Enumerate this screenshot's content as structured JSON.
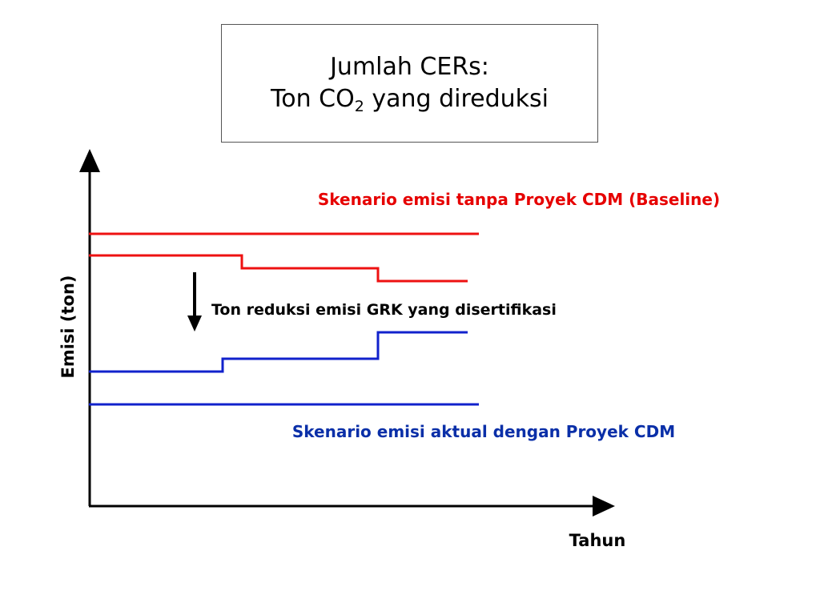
{
  "title": {
    "line1": "Jumlah CERs:",
    "line2_prefix": "Ton CO",
    "line2_sub": "2",
    "line2_suffix": " yang direduksi"
  },
  "labels": {
    "baseline": "Skenario emisi tanpa Proyek CDM (Baseline)",
    "actual": "Skenario emisi aktual dengan Proyek CDM",
    "reduction": "Ton reduksi emisi GRK yang disertifikasi",
    "y_axis": "Emisi (ton)",
    "x_axis": "Tahun"
  },
  "colors": {
    "baseline": "#ee1111",
    "actual": "#1122cc",
    "baseline_label": "#e60000",
    "actual_label": "#0a2fa8",
    "axis": "#000000"
  }
}
